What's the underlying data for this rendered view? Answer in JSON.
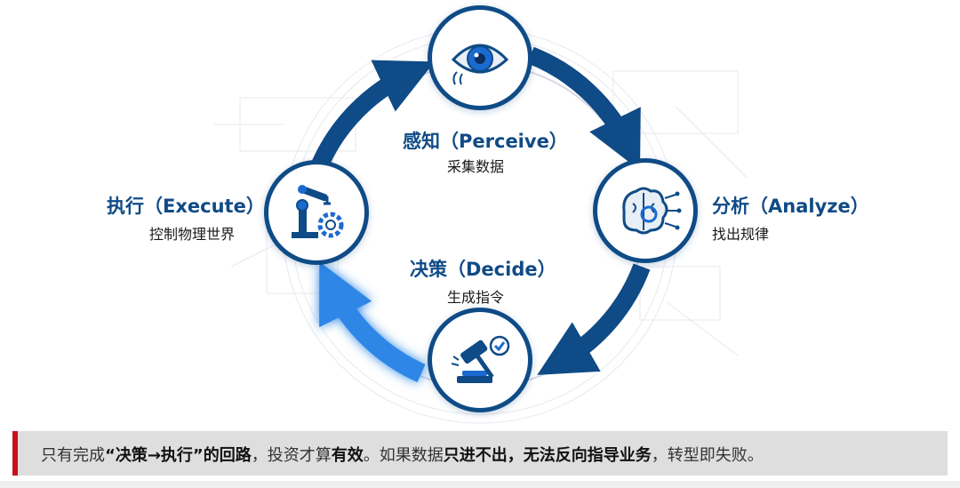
{
  "diagram": {
    "nodes": {
      "perceive": {
        "title": "感知（Perceive）",
        "subtitle": "采集数据",
        "icon": "eye-icon"
      },
      "analyze": {
        "title": "分析（Analyze）",
        "subtitle": "找出规律",
        "icon": "brain-circuit-icon"
      },
      "decide": {
        "title": "决策（Decide）",
        "subtitle": "生成指令",
        "icon": "gavel-icon"
      },
      "execute": {
        "title": "执行（Execute）",
        "subtitle": "控制物理世界",
        "icon": "robot-arm-gear-icon"
      }
    },
    "colors": {
      "primary": "#0f4b86",
      "highlight": "#2f86e6",
      "accent": "#c8101e"
    }
  },
  "banner": {
    "parts": [
      {
        "text": "只有完成",
        "bold": false
      },
      {
        "text": "“决策→执行”的回路",
        "bold": true
      },
      {
        "text": "，投资才算",
        "bold": false
      },
      {
        "text": "有效",
        "bold": true
      },
      {
        "text": "。如果数据",
        "bold": false
      },
      {
        "text": "只进不出，无法反向指导业务",
        "bold": true
      },
      {
        "text": "，转型即失败。",
        "bold": false
      }
    ]
  }
}
